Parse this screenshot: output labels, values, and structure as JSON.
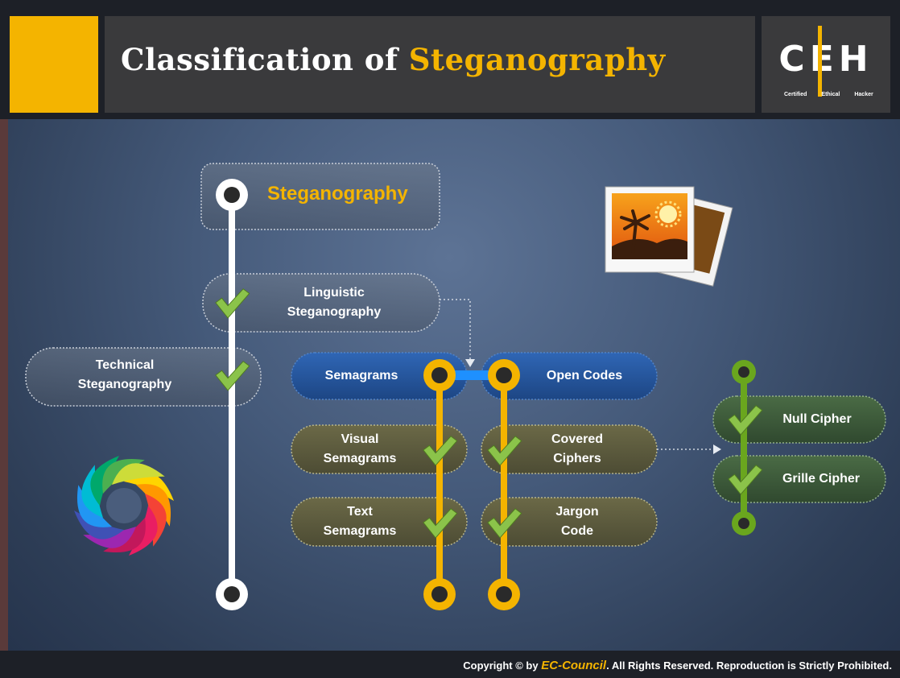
{
  "header": {
    "title_prefix": "Classification of",
    "title_highlight": "Steganography",
    "logo": {
      "letters": "CEH",
      "sub": [
        "Certified",
        "Ethical",
        "Hacker"
      ]
    }
  },
  "diagram": {
    "root": "Steganography",
    "linguistic": [
      "Linguistic",
      "Steganography"
    ],
    "technical": [
      "Technical",
      "Steganography"
    ],
    "semagrams": "Semagrams",
    "open_codes": "Open Codes",
    "visual_semagrams": [
      "Visual",
      "Semagrams"
    ],
    "text_semagrams": [
      "Text",
      "Semagrams"
    ],
    "covered_ciphers": [
      "Covered",
      "Ciphers"
    ],
    "jargon_code": [
      "Jargon",
      "Code"
    ],
    "null_cipher": "Null Cipher",
    "grille_cipher": "Grille  Cipher"
  },
  "colors": {
    "accent_yellow": "#f4b400",
    "check_green": "#8bc34a",
    "spine_white": "#ffffff",
    "spine_green": "#6aa61e",
    "pill_blue": "#24539a",
    "pill_olive": "#5b5a3e",
    "pill_green": "#3c5a3a"
  },
  "footer": {
    "prefix": "Copyright © by",
    "brand": "EC-Council",
    "suffix": ". All Rights Reserved. Reproduction is Strictly Prohibited."
  }
}
